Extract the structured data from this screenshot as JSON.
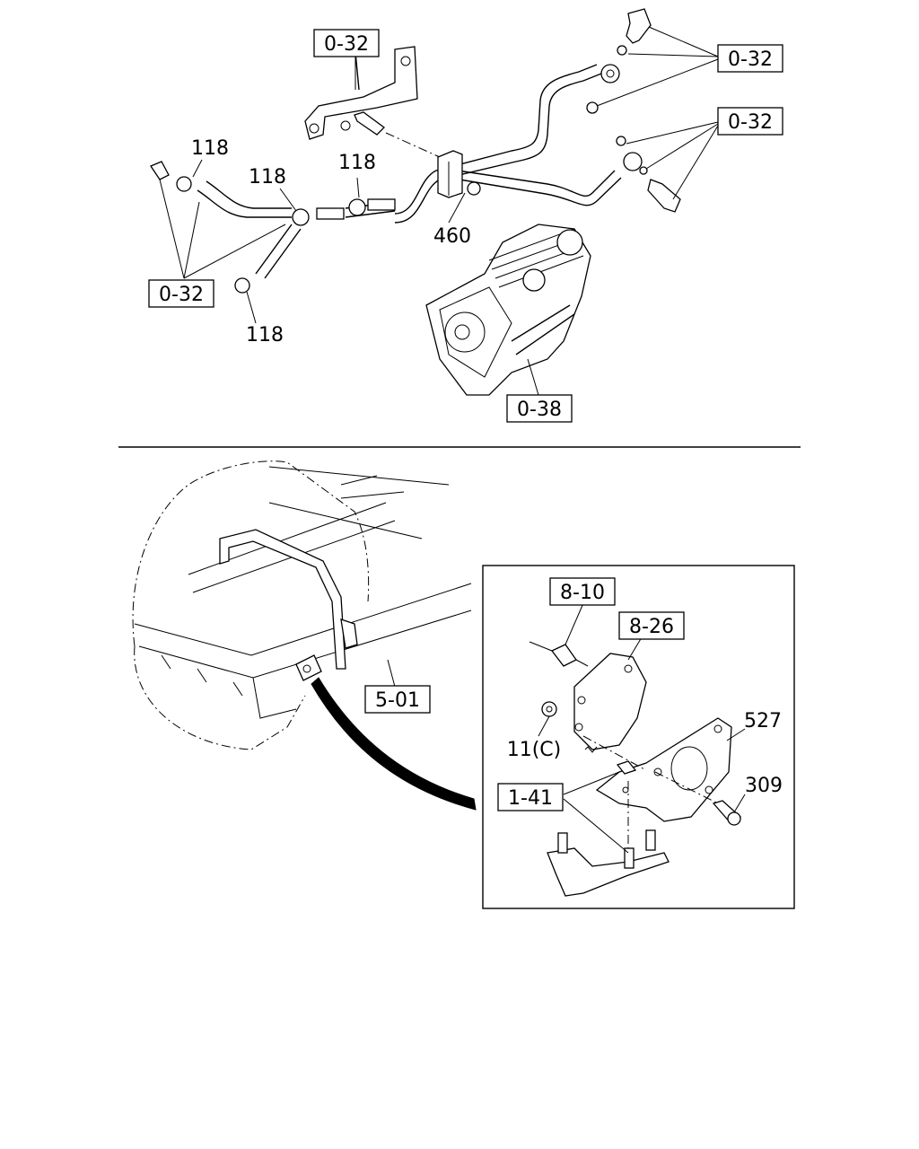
{
  "colors": {
    "ink": "#000000",
    "paper": "#ffffff"
  },
  "refs": {
    "bracket_ref": "0-32",
    "banjo_upper_ref": "0-32",
    "banjo_lower_ref": "0-32",
    "hose_ref": "0-32",
    "compressor_ref": "0-38",
    "frame_ref": "5-01",
    "harness_ref": "8-10",
    "unit_ref": "8-26",
    "mount_ref": "1-41"
  },
  "parts": {
    "clip_a": "118",
    "clip_b": "118",
    "clip_c": "118",
    "clip_d": "118",
    "nut_460": "460",
    "bracket_527": "527",
    "bolt_309": "309",
    "nut_11c": "11(C)"
  }
}
